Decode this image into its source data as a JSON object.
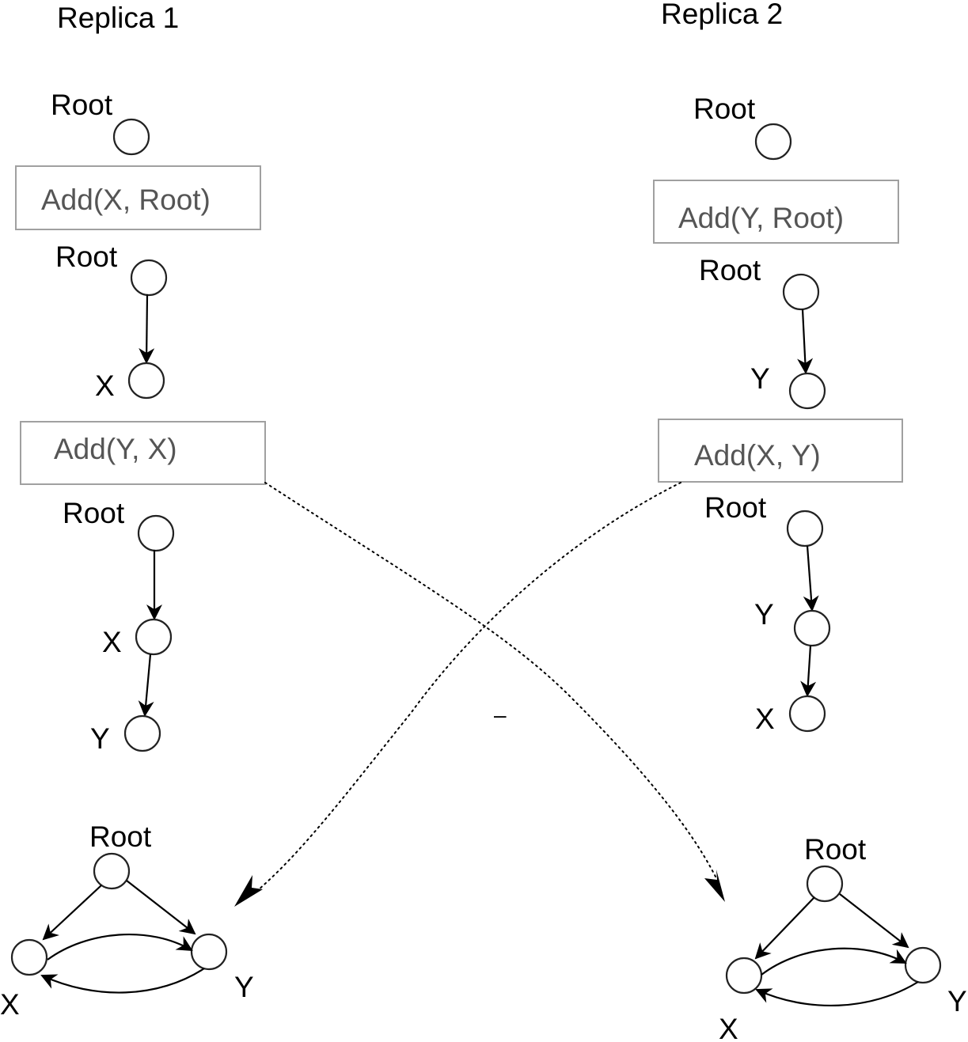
{
  "titles": {
    "replica1": "Replica 1",
    "replica2": "Replica 2"
  },
  "operations": {
    "r1_op1": "Add(X, Root)",
    "r1_op2": "Add(Y, X)",
    "r2_op1": "Add(Y, Root)",
    "r2_op2": "Add(X, Y)"
  },
  "labels": {
    "root": "Root",
    "x": "X",
    "y": "Y"
  },
  "stray_mark": "–"
}
